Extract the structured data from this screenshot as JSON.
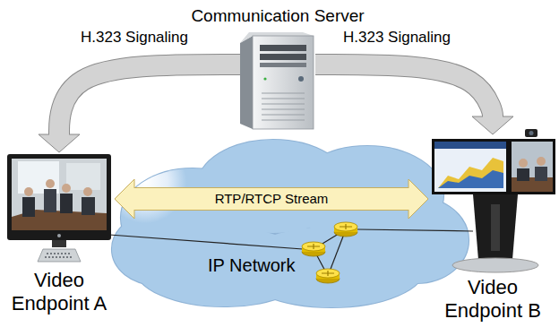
{
  "diagram": {
    "nodes": [
      {
        "text": [
          "Communication Server"
        ]
      },
      {
        "text": [
          "Video Endpoint A"
        ]
      },
      {
        "text": [
          "IP Network"
        ]
      },
      {
        "text": [
          "Video Endpoint B"
        ]
      }
    ],
    "edges": [
      {
        "from": 0,
        "to": 1,
        "arrow": "to",
        "label": "H.323 Signaling"
      },
      {
        "from": 0,
        "to": 3,
        "arrow": "to",
        "label": "H.323 Signaling"
      },
      {
        "from": 1,
        "to": 3,
        "arrow": "both",
        "label": "RTP/RTCP Stream"
      }
    ]
  }
}
